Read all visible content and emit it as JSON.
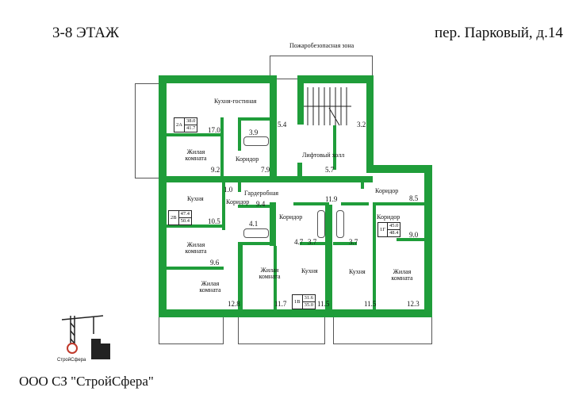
{
  "header": {
    "floor": "3-8 ЭТАЖ",
    "address": "пер. Парковый, д.14"
  },
  "zone_label": "Пожаробезопасная зона",
  "rooms": {
    "kitchen_living": "Кухня-гостиная",
    "living_1": "Жилая комната",
    "corridor_1": "Коридор",
    "lift_hall": "Лифтовый холл",
    "kitchen_2": "Кухня",
    "wardrobe": "Гардеробная",
    "corridor_2": "Коридор",
    "living_2": "Жилая комната",
    "living_3": "Жилая комната",
    "corridor_3": "Коридор",
    "living_4": "Жилая комната",
    "kitchen_3": "Кухня",
    "kitchen_4": "Кухня",
    "living_5": "Жилая комната",
    "corridor_4": "Коридор",
    "corridor_5": "Коридор"
  },
  "areas": {
    "a170": "17.0",
    "a39": "3.9",
    "a54": "5.4",
    "a32": "3.2",
    "a92": "9.2",
    "a79": "7.9",
    "a57": "5.7",
    "a10": "1.0",
    "a94": "9.4",
    "a119": "11.9",
    "a85": "8.5",
    "a105": "10.5",
    "a41": "4.1",
    "a47": "4.7",
    "a37a": "3.7",
    "a37b": "3.7",
    "a90": "9.0",
    "a96": "9.6",
    "a128": "12.8",
    "a117": "11.7",
    "a115a": "11.5",
    "a115b": "11.5",
    "a123": "12.3"
  },
  "apartments": [
    {
      "name": "2А",
      "living": "38.0",
      "total": "41.7"
    },
    {
      "name": "2В",
      "living": "47.4",
      "total": "50.4"
    },
    {
      "name": "1В",
      "living": "31.6",
      "total": "35.0"
    },
    {
      "name": "1Г",
      "living": "45.0",
      "total": "48.4"
    }
  ],
  "logo": {
    "text": "СтройСфера"
  },
  "company": "ООО СЗ \"СтройСфера\"",
  "colors": {
    "wall": "#1f9d3a"
  }
}
